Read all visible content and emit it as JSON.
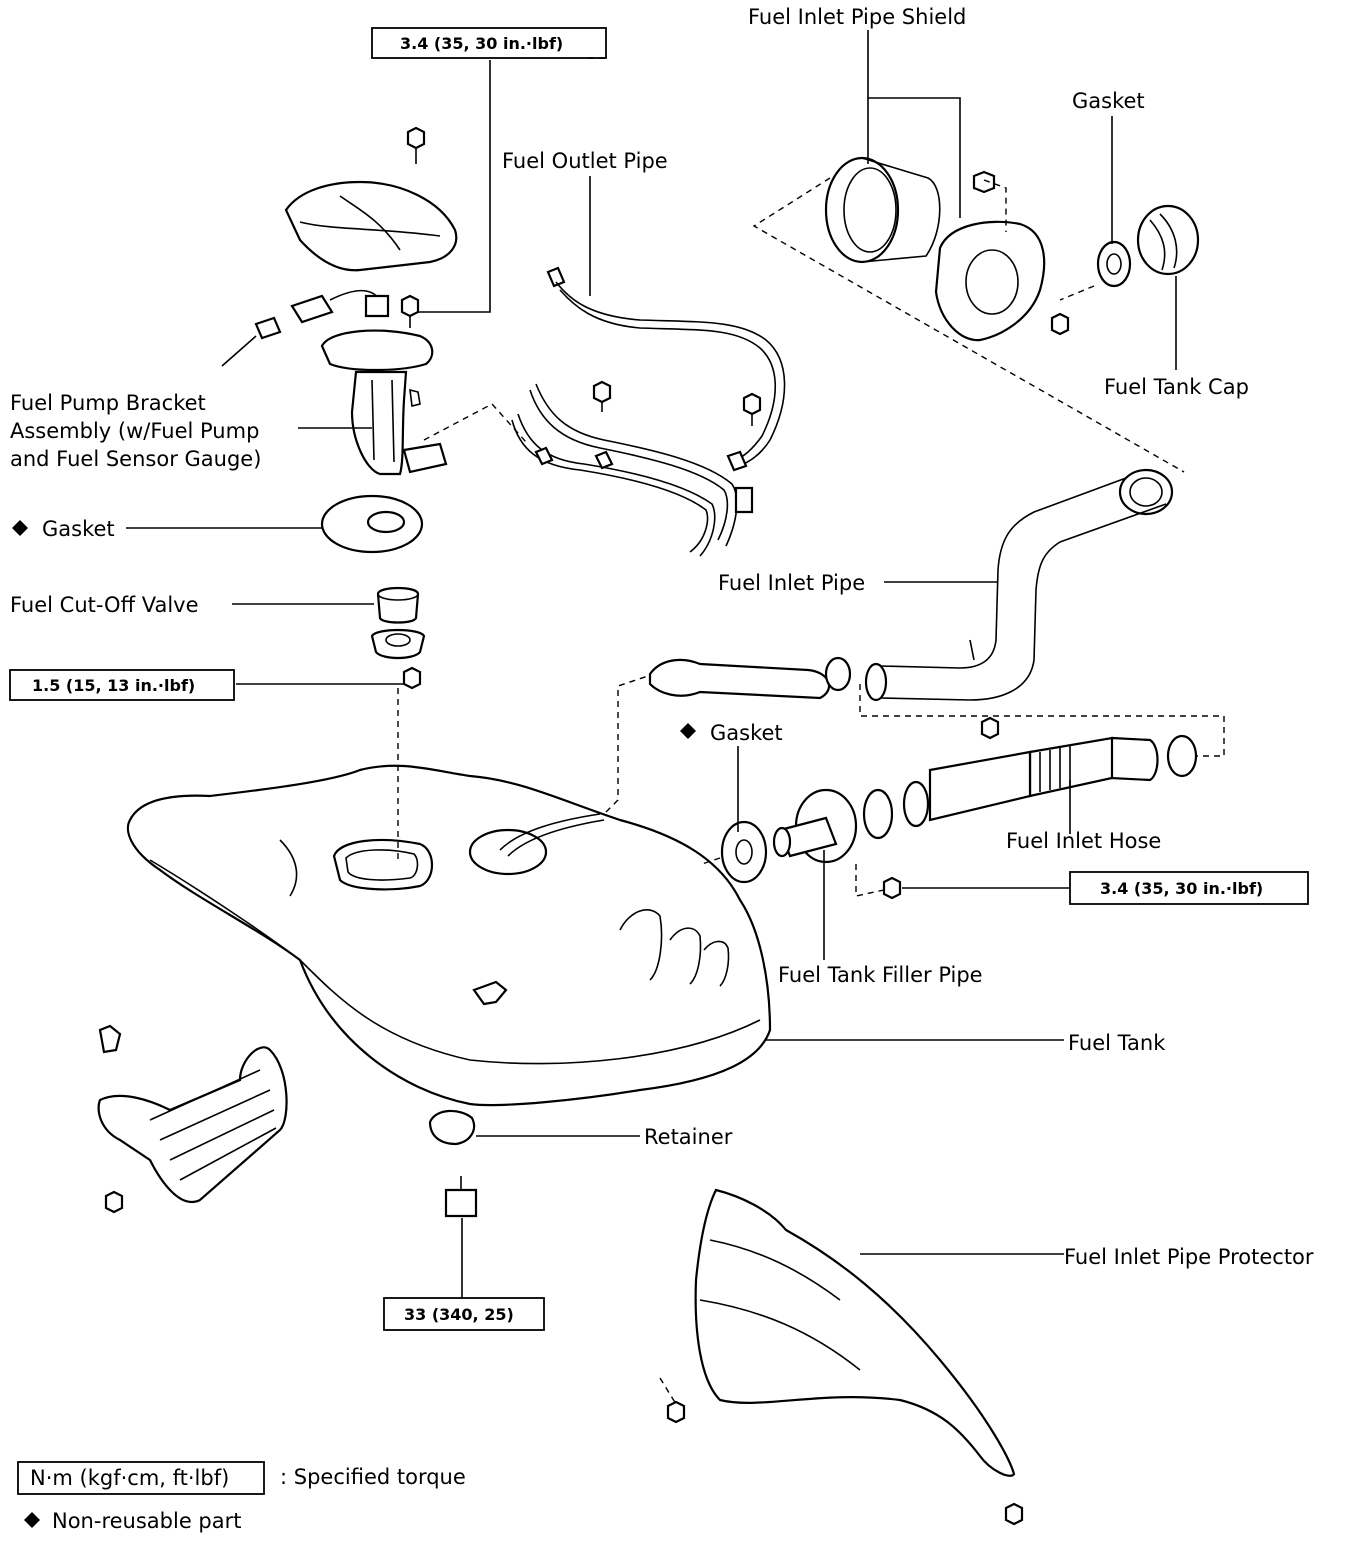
{
  "labels": {
    "fuel_inlet_pipe_shield": "Fuel Inlet Pipe Shield",
    "gasket_top": "Gasket",
    "fuel_outlet_pipe": "Fuel Outlet Pipe",
    "fuel_tank_cap": "Fuel Tank Cap",
    "fuel_pump_bracket_line1": "Fuel Pump Bracket",
    "fuel_pump_bracket_line2": "Assembly (w/Fuel Pump",
    "fuel_pump_bracket_line3": "and Fuel Sensor Gauge)",
    "gasket_pump": "Gasket",
    "fuel_cut_off_valve": "Fuel Cut-Off Valve",
    "fuel_inlet_pipe": "Fuel Inlet Pipe",
    "gasket_filler": "Gasket",
    "fuel_inlet_hose": "Fuel Inlet Hose",
    "fuel_tank_filler_pipe": "Fuel Tank Filler Pipe",
    "fuel_tank": "Fuel Tank",
    "retainer": "Retainer",
    "fuel_inlet_pipe_protector": "Fuel Inlet Pipe Protector"
  },
  "torques": {
    "top": "3.4 (35, 30 in.·lbf)",
    "valve": "1.5 (15, 13 in.·lbf)",
    "filler": "3.4 (35, 30 in.·lbf)",
    "drain": "33 (340, 25)"
  },
  "legend": {
    "torque_box": "N·m (kgf·cm, ft·lbf)",
    "torque_desc": ": Specified torque",
    "nonreusable_desc": "Non-reusable part"
  },
  "icons": {
    "nonreusable_marker": "diamond-icon"
  }
}
